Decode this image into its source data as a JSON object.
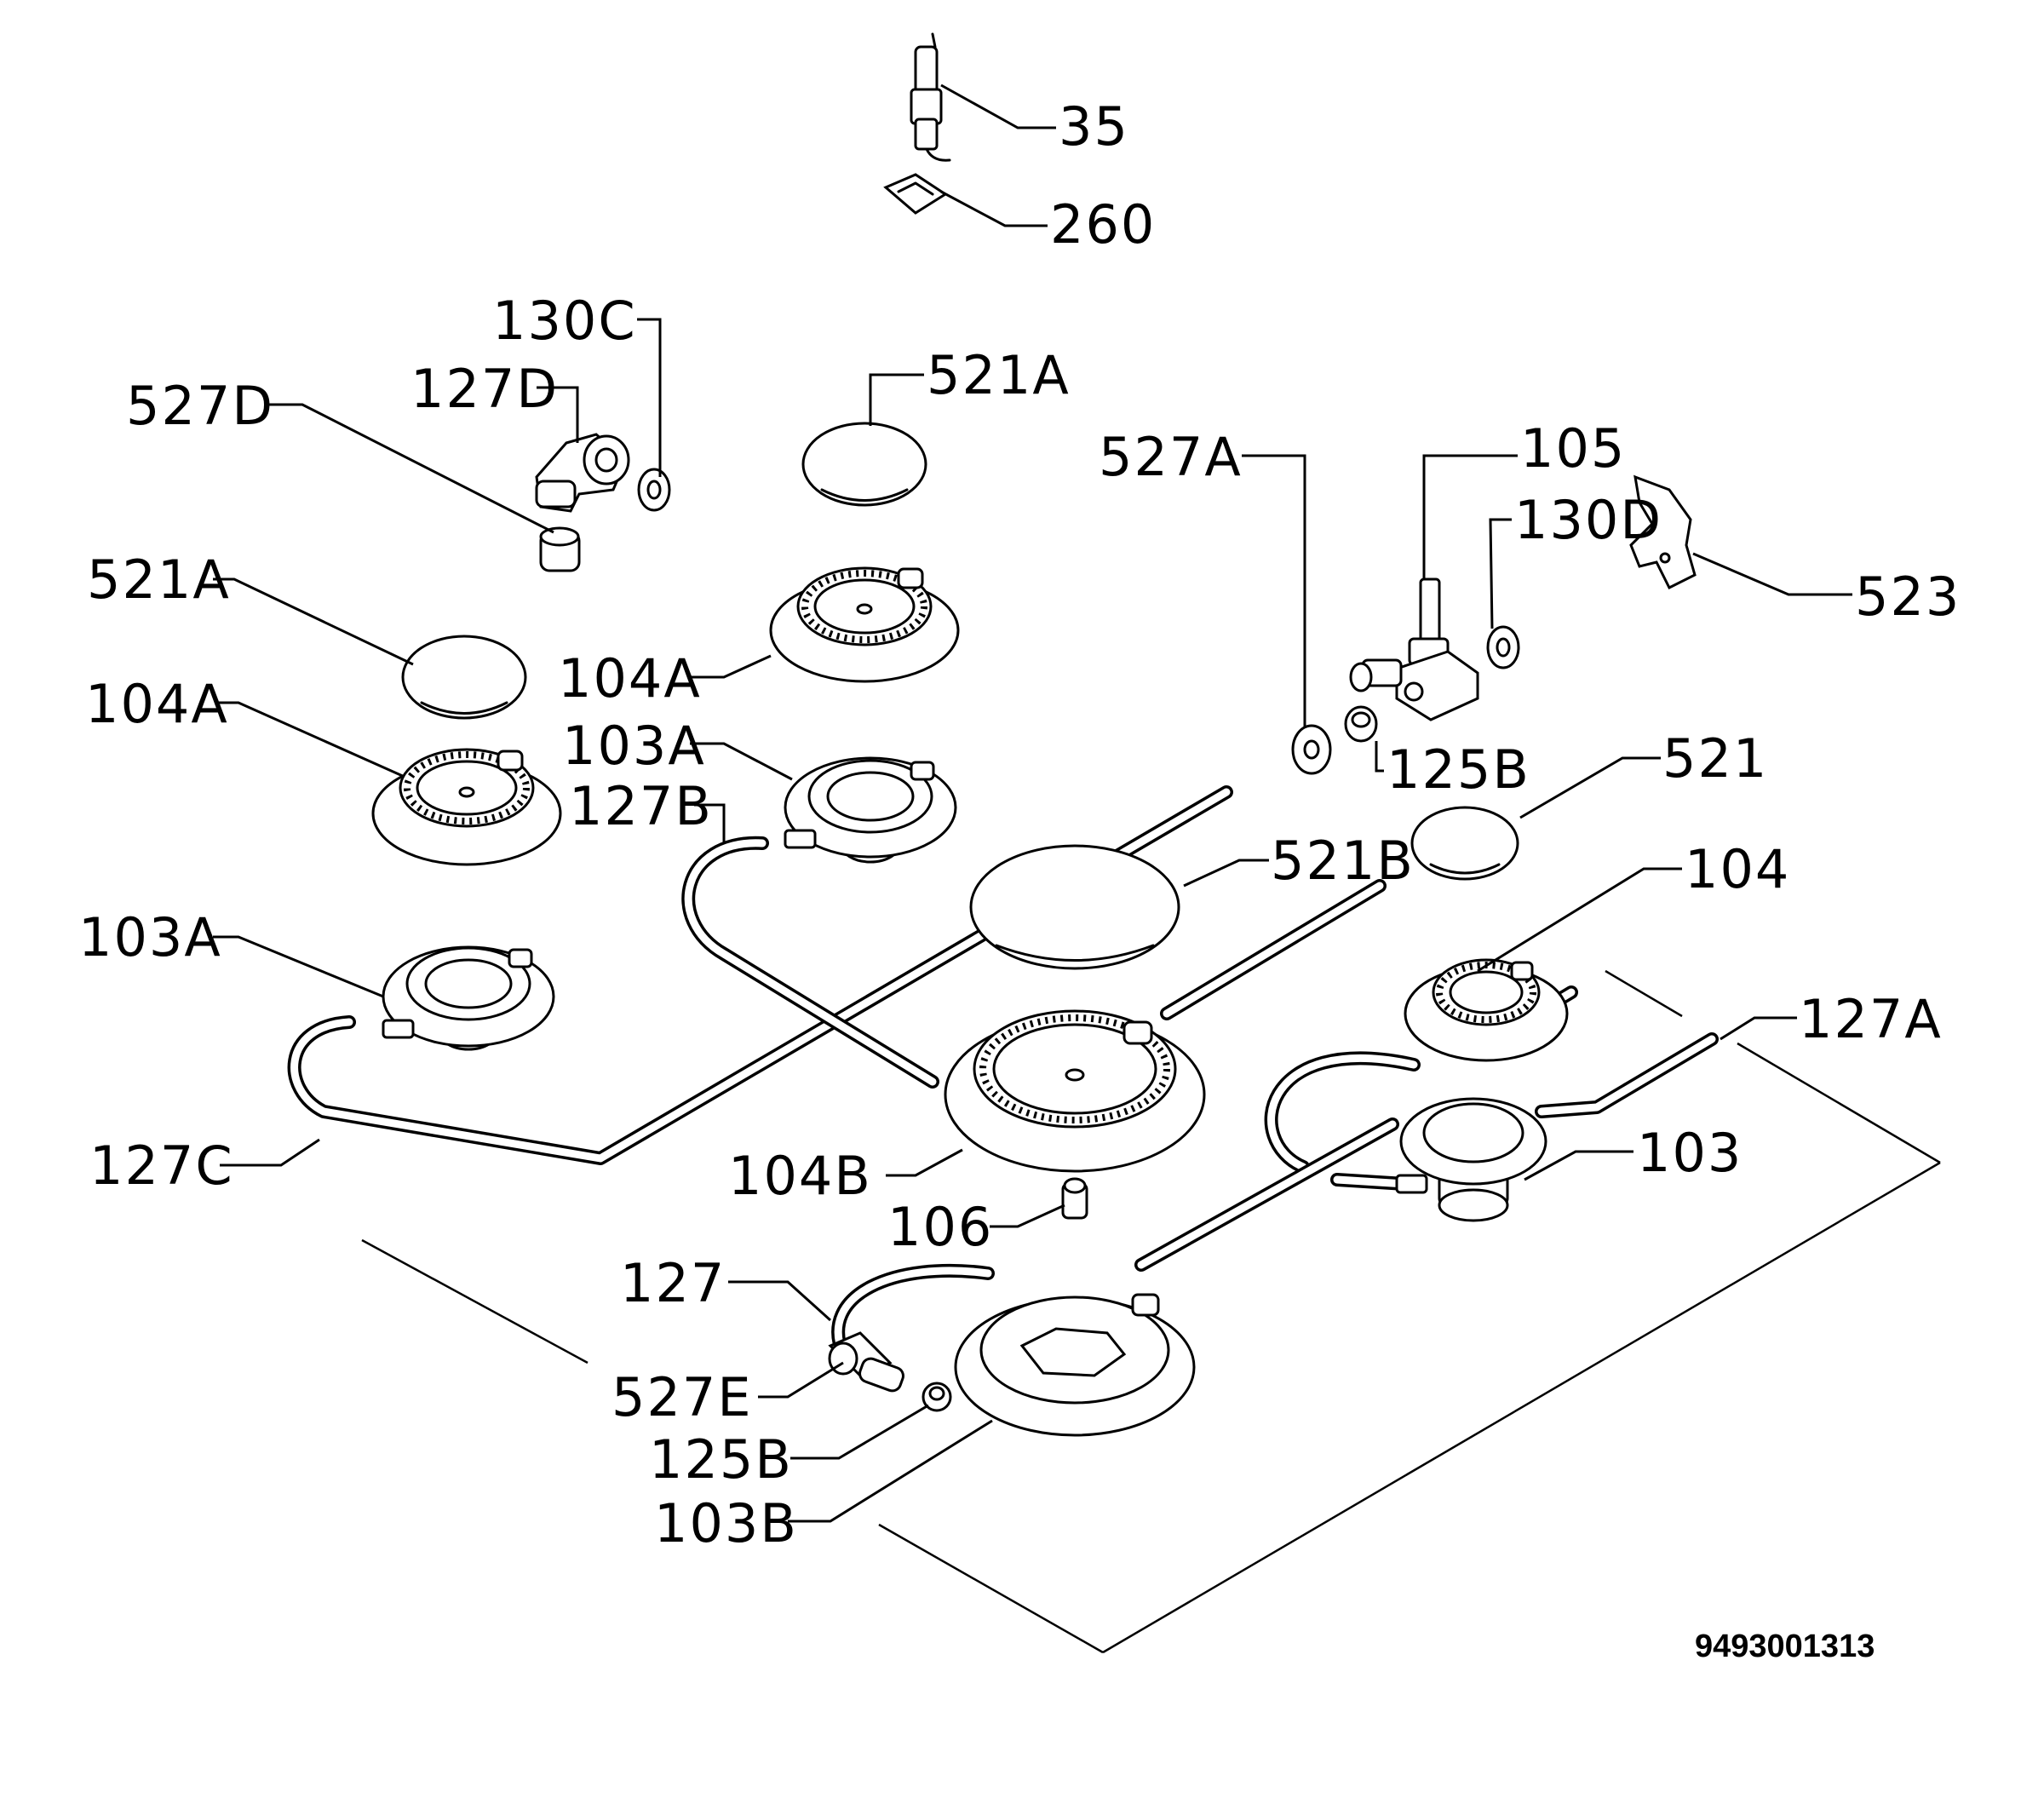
{
  "diagram": {
    "code": "9493001313",
    "labels": {
      "p35": "35",
      "p260": "260",
      "p130c": "130C",
      "p127d": "127D",
      "p527d": "527D",
      "p521a_top": "521A",
      "p521a_left": "521A",
      "p104a_left": "104A",
      "p104a_center": "104A",
      "p103a_center": "103A",
      "p127b": "127B",
      "p103a_left": "103A",
      "p127c": "127C",
      "p527a": "527A",
      "p105": "105",
      "p130d": "130D",
      "p523": "523",
      "p125b_right": "125B",
      "p521": "521",
      "p521b": "521B",
      "p104": "104",
      "p127a": "127A",
      "p103": "103",
      "p104b": "104B",
      "p106": "106",
      "p127": "127",
      "p527e": "527E",
      "p125b_bottom": "125B",
      "p103b": "103B"
    }
  }
}
